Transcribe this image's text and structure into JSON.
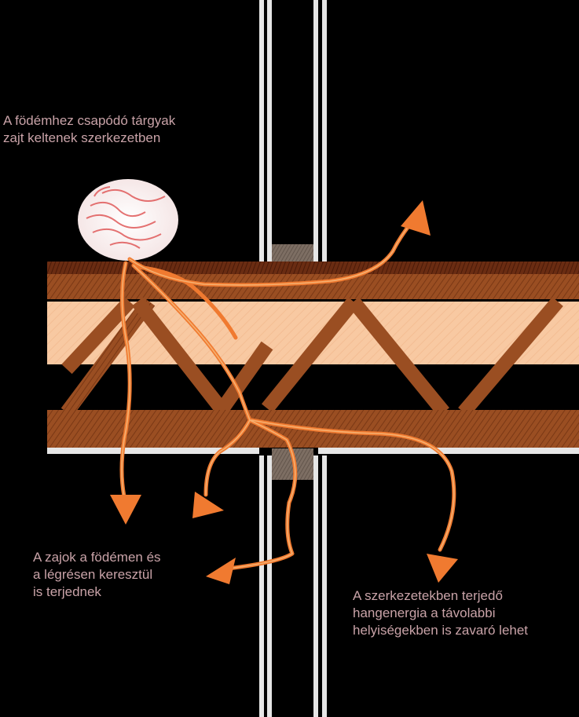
{
  "labels": {
    "impact": "A födémhez csapódó tárgyak\nzajt keltenek  szerkezetben",
    "airborne": "A zajok a födémen és\na légrésen keresztül\n is terjednek",
    "structure": "A szerkezetekben terjedő\nhangenergia a távolabbi\nhelyiségekben is zavaró lehet"
  },
  "colors": {
    "background": "#000000",
    "label": "#c9a3a8",
    "arrow": "#f07a30",
    "arrow_inner": "#f5b070",
    "wood": "#9a4e22",
    "wood_dark": "#5a2410",
    "insulation": "#f8c9a2",
    "wall": "#e6e6e6"
  },
  "icons": {
    "impact_object": "impact-ball-icon",
    "arrows": "arrow-icon"
  }
}
